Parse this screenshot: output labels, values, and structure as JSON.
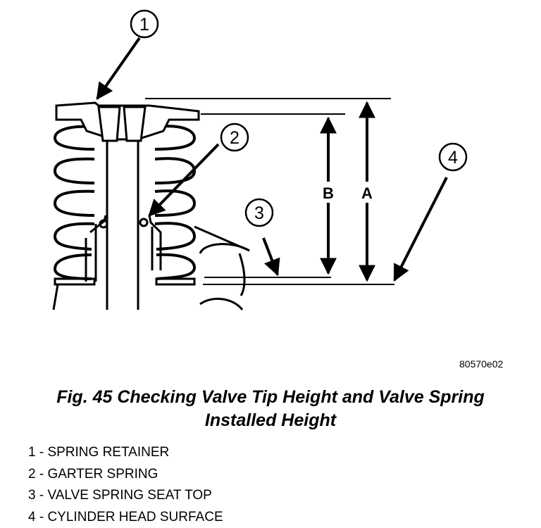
{
  "figure": {
    "id_code": "80570e02",
    "caption_line1": "Fig. 45 Checking Valve Tip Height and Valve Spring",
    "caption_line2": "Installed Height"
  },
  "callouts": [
    "1",
    "2",
    "3",
    "4"
  ],
  "dimensions": {
    "a": "A",
    "b": "B"
  },
  "legend": [
    "1 - SPRING RETAINER",
    "2 - GARTER SPRING",
    "3 - VALVE SPRING SEAT TOP",
    "4 - CYLINDER HEAD SURFACE"
  ]
}
